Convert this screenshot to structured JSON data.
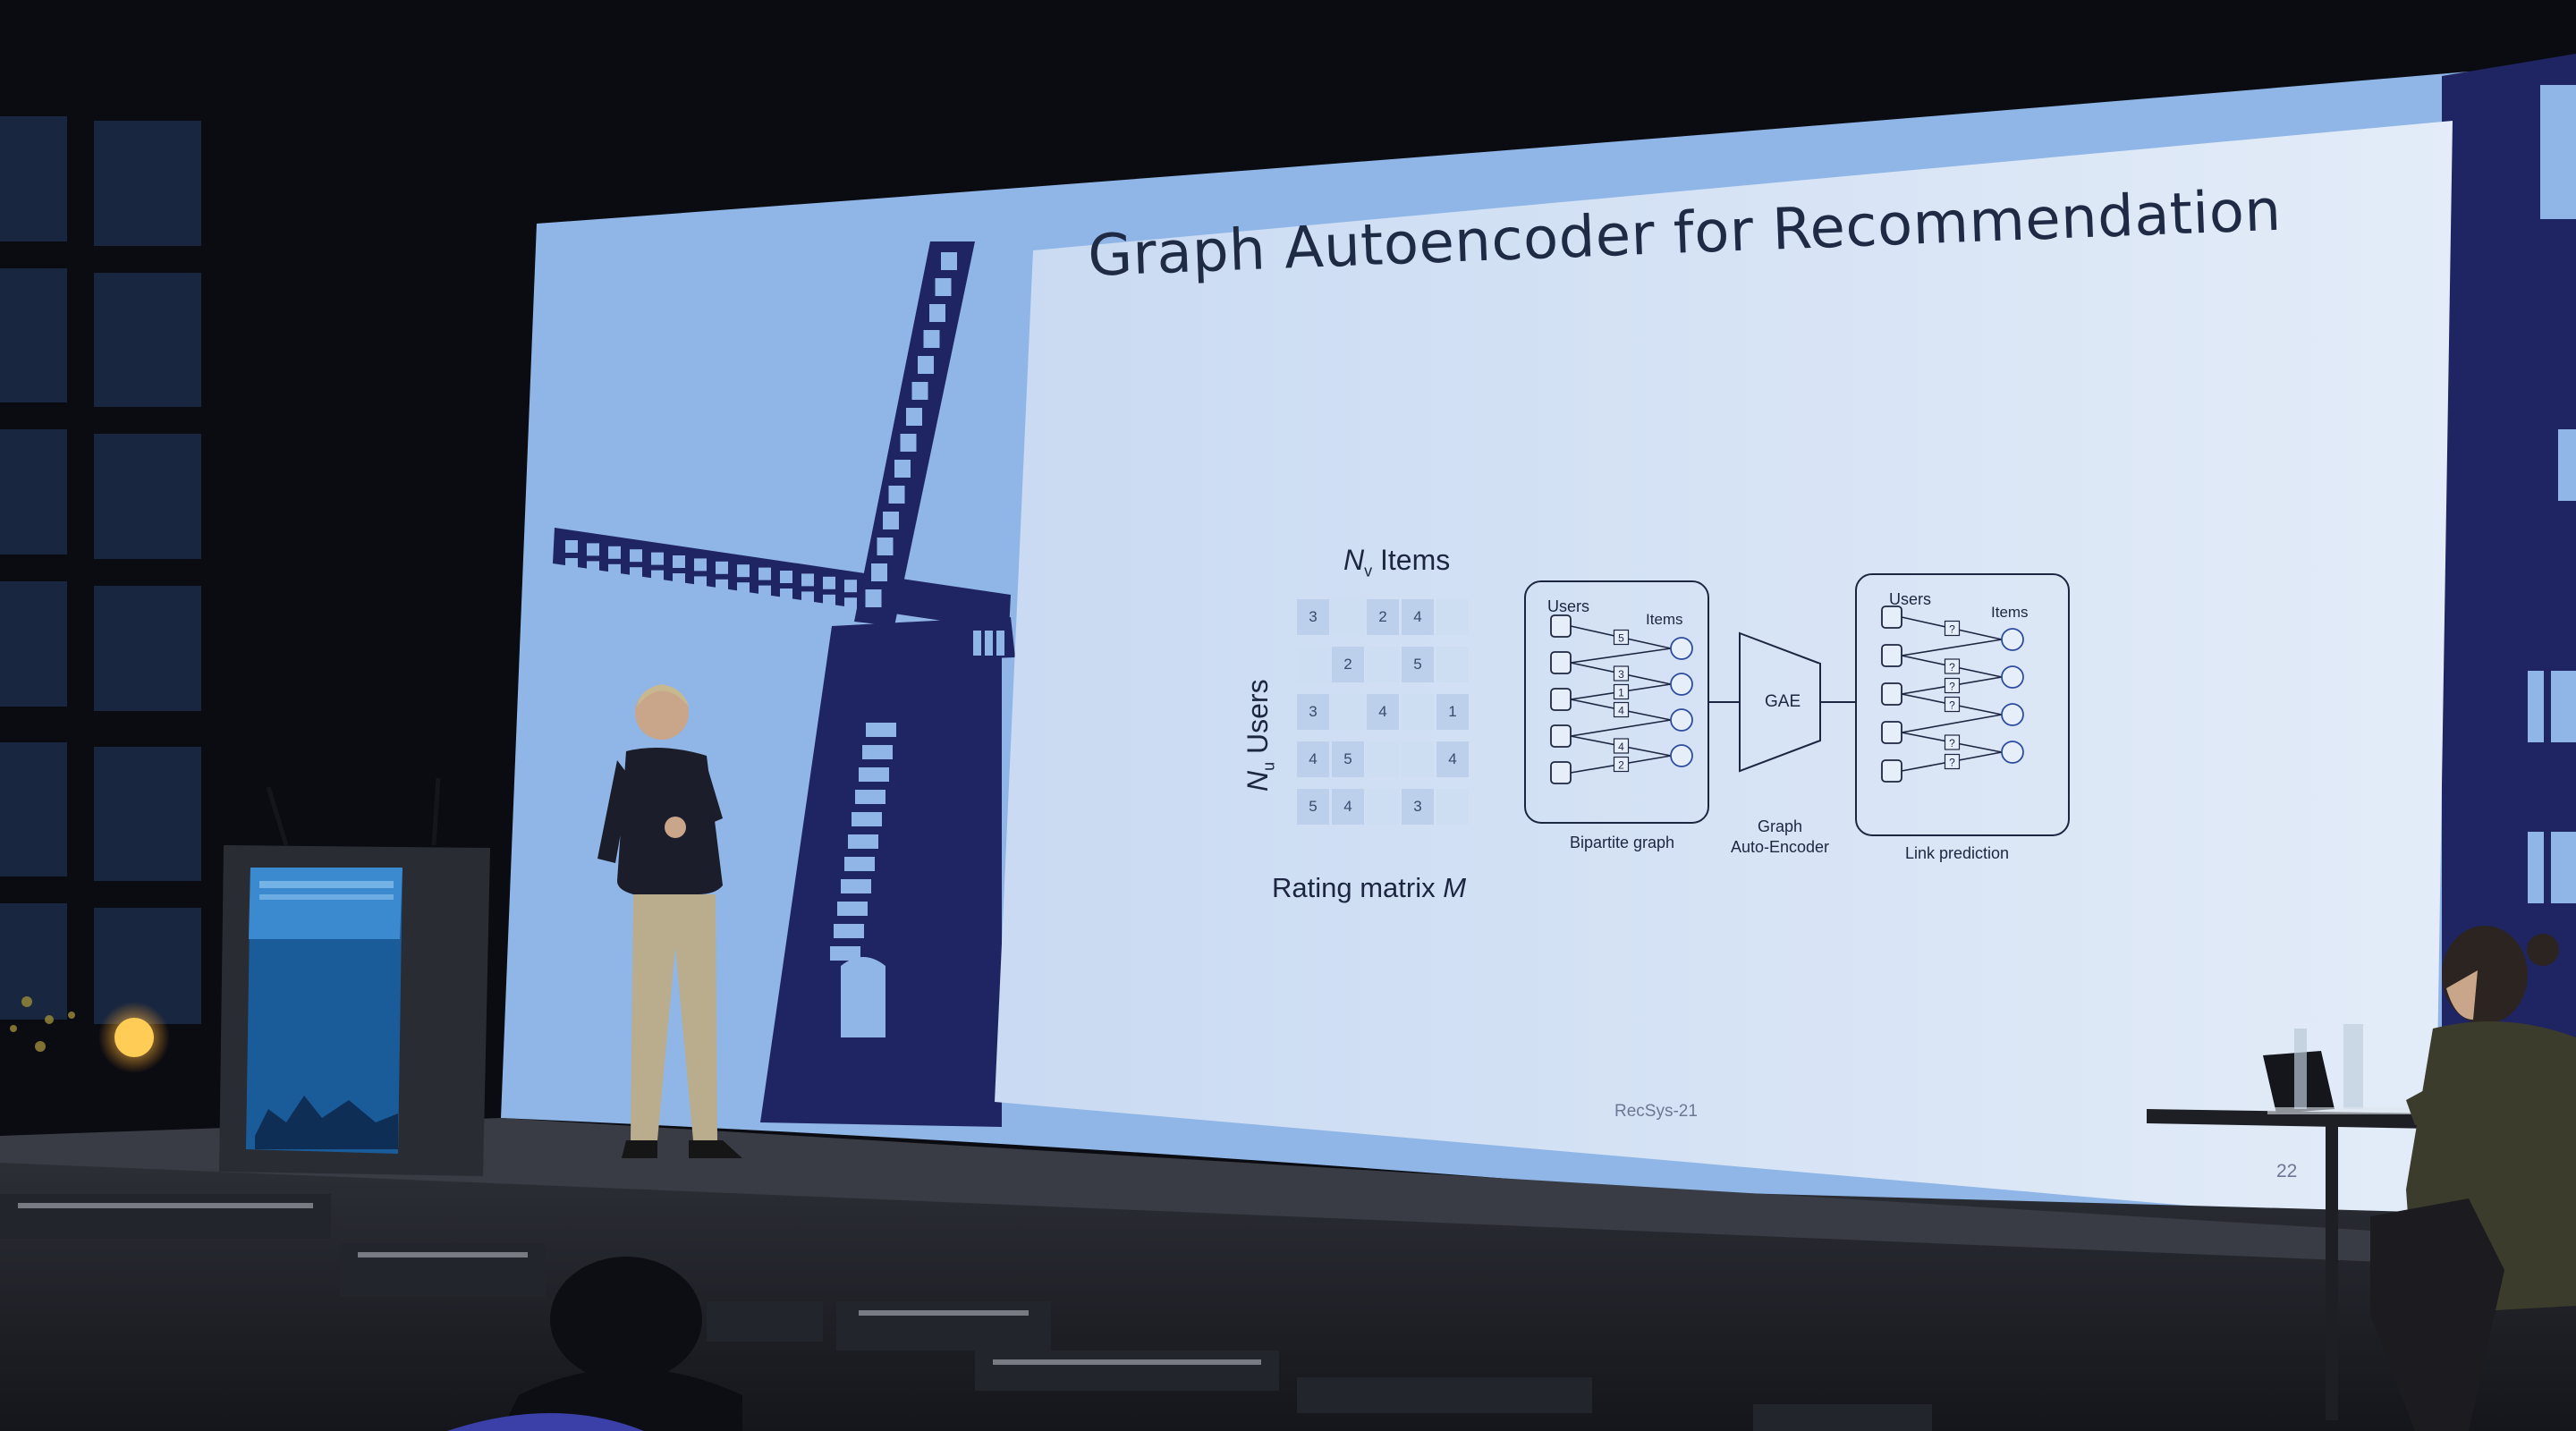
{
  "slide": {
    "title": "Graph Autoencoder for Recommendation",
    "matrix": {
      "top_label_sub": "v",
      "top_label_text": "Items",
      "side_label_sub": "u",
      "side_label_text": "Users",
      "bottom_label": "Rating matrix",
      "bottom_label_var": "M",
      "cells": [
        {
          "row": 0,
          "col": 0,
          "v": "3"
        },
        {
          "row": 0,
          "col": 2,
          "v": "2"
        },
        {
          "row": 0,
          "col": 3,
          "v": "4"
        },
        {
          "row": 1,
          "col": 1,
          "v": "2"
        },
        {
          "row": 1,
          "col": 3,
          "v": "5"
        },
        {
          "row": 2,
          "col": 0,
          "v": "3"
        },
        {
          "row": 2,
          "col": 2,
          "v": "4"
        },
        {
          "row": 2,
          "col": 4,
          "v": "1"
        },
        {
          "row": 3,
          "col": 0,
          "v": "4"
        },
        {
          "row": 3,
          "col": 1,
          "v": "5"
        },
        {
          "row": 3,
          "col": 4,
          "v": "4"
        },
        {
          "row": 4,
          "col": 0,
          "v": "5"
        },
        {
          "row": 4,
          "col": 1,
          "v": "4"
        },
        {
          "row": 4,
          "col": 3,
          "v": "3"
        }
      ]
    },
    "bipartite": {
      "users_label": "Users",
      "items_label": "Items",
      "caption": "Bipartite graph",
      "edge_labels": [
        "5",
        "3",
        "1",
        "4",
        "4",
        "2"
      ]
    },
    "gae": {
      "box_label": "GAE",
      "caption_line1": "Graph",
      "caption_line2": "Auto-Encoder"
    },
    "link": {
      "users_label": "Users",
      "items_label": "Items",
      "caption": "Link prediction",
      "edge_labels": [
        "?",
        "?",
        "?",
        "?",
        "?",
        "?"
      ]
    },
    "footer_center": "RecSys-21",
    "page_number": "22"
  },
  "colors": {
    "slide_bg": "#c3d4ee",
    "backdrop": "#8fb6e6",
    "navy": "#1f2563",
    "ink": "#1d2640"
  }
}
